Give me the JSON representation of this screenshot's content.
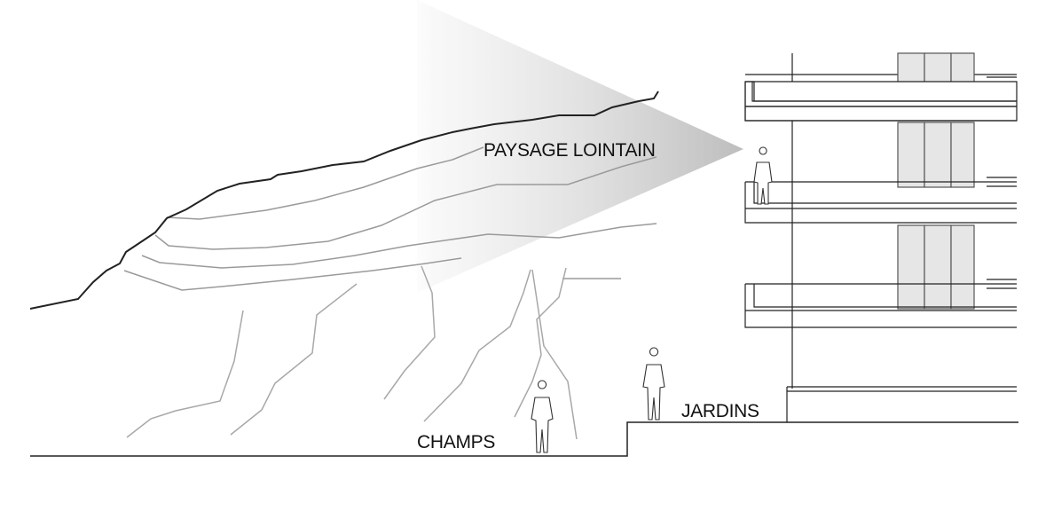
{
  "labels": {
    "distant_landscape": "PAYSAGE LOINTAIN",
    "fields": "CHAMPS",
    "gardens": "JARDINS"
  }
}
